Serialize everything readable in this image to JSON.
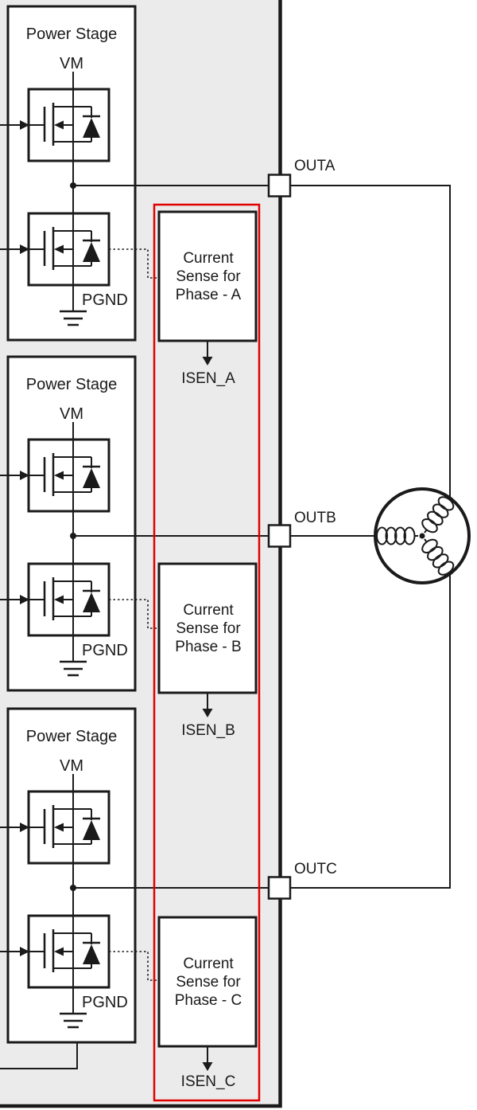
{
  "colors": {
    "highlight_red": "#e00000",
    "chip_fill": "#ebebeb",
    "ink": "#1a1a1a",
    "background": "#ffffff"
  },
  "icons": {
    "mosfet": "n-mosfet-with-body-diode-icon",
    "ground": "power-ground-icon",
    "motor": "three-phase-motor-winding-icon",
    "pin": "output-pin-square-icon",
    "arrow": "signal-direction-arrow-icon"
  },
  "power_stages": [
    {
      "title": "Power Stage",
      "vm": "VM",
      "pgnd": "PGND"
    },
    {
      "title": "Power Stage",
      "vm": "VM",
      "pgnd": "PGND"
    },
    {
      "title": "Power Stage",
      "vm": "VM",
      "pgnd": "PGND"
    }
  ],
  "current_sense": [
    {
      "lines": [
        "Current",
        "Sense for",
        "Phase - A"
      ],
      "output": "ISEN_A"
    },
    {
      "lines": [
        "Current",
        "Sense for",
        "Phase - B"
      ],
      "output": "ISEN_B"
    },
    {
      "lines": [
        "Current",
        "Sense for",
        "Phase - C"
      ],
      "output": "ISEN_C"
    }
  ],
  "outputs": [
    {
      "label": "OUTA"
    },
    {
      "label": "OUTB"
    },
    {
      "label": "OUTC"
    }
  ]
}
